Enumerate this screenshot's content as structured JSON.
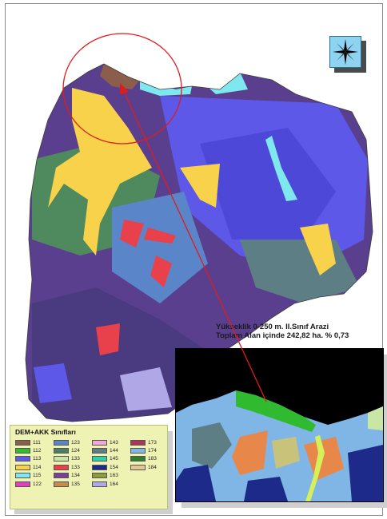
{
  "annotation": {
    "line1": "Yükseklik 0-250 m. II.Sınıf Arazi",
    "line2": "Toplam Alan içinde  242,82 ha.  % 0,73"
  },
  "legend": {
    "title": "DEM+AKK Sınıfları",
    "items": [
      {
        "code": "111",
        "color": "#8b5e4c"
      },
      {
        "code": "123",
        "color": "#5a86c9"
      },
      {
        "code": "143",
        "color": "#f2a8d6"
      },
      {
        "code": "173",
        "color": "#b0345a"
      },
      {
        "code": "112",
        "color": "#2fba2f"
      },
      {
        "code": "124",
        "color": "#4f7f62"
      },
      {
        "code": "144",
        "color": "#5e7e85"
      },
      {
        "code": "174",
        "color": "#7fb6e6"
      },
      {
        "code": "113",
        "color": "#5e58e8"
      },
      {
        "code": "133",
        "color": "#c9e6a6"
      },
      {
        "code": "145",
        "color": "#2ecfae"
      },
      {
        "code": "183",
        "color": "#2f7d2f"
      },
      {
        "code": "114",
        "color": "#f7d24a"
      },
      {
        "code": "133",
        "color": "#e8414b"
      },
      {
        "code": "154",
        "color": "#1e2a8a"
      },
      {
        "code": "184",
        "color": "#e8c690"
      },
      {
        "code": "115",
        "color": "#7fe8ef"
      },
      {
        "code": "134",
        "color": "#7b3f97"
      },
      {
        "code": "163",
        "color": "#8f9a3a"
      },
      {
        "code": "",
        "color": ""
      },
      {
        "code": "122",
        "color": "#e040c0"
      },
      {
        "code": "135",
        "color": "#c98a4a"
      },
      {
        "code": "164",
        "color": "#b0a8e6"
      },
      {
        "code": "",
        "color": ""
      }
    ]
  },
  "map_colors": {
    "purple": "#5a3f8f",
    "blue": "#5e58e8",
    "yellow": "#f7d24a",
    "green": "#4f8a5e",
    "teal": "#5e7e85",
    "red": "#e8414b",
    "cyan": "#7fe8ef",
    "brown": "#8b5e4c",
    "highlight": "#e11b1b"
  },
  "icons": {
    "compass": "compass-rose-icon"
  }
}
